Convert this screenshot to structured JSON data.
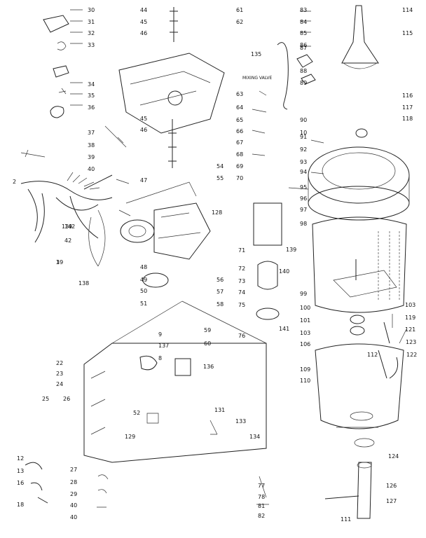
{
  "diagram": {
    "callouts": [
      "30",
      "31",
      "32",
      "33",
      "34",
      "35",
      "36",
      "37",
      "38",
      "39",
      "40",
      "2",
      "139",
      "42",
      "3",
      "44",
      "45",
      "46",
      "45",
      "46",
      "47",
      "48",
      "49",
      "50",
      "51",
      "52",
      "54",
      "55",
      "56",
      "57",
      "58",
      "59",
      "60",
      "61",
      "62",
      "63",
      "64",
      "65",
      "66",
      "67",
      "68",
      "69",
      "70",
      "71",
      "72",
      "73",
      "74",
      "75",
      "76",
      "77",
      "78",
      "81",
      "82",
      "83",
      "84",
      "85",
      "86",
      "87",
      "88",
      "89",
      "90",
      "91",
      "92",
      "93",
      "94",
      "95",
      "96",
      "97",
      "98",
      "99",
      "100",
      "101",
      "103",
      "106",
      "109",
      "110",
      "111",
      "112",
      "114",
      "115",
      "116",
      "117",
      "118",
      "103",
      "119",
      "121",
      "122",
      "123",
      "124",
      "126",
      "127",
      "128",
      "129",
      "131",
      "133",
      "134",
      "135",
      "136",
      "137",
      "138",
      "139",
      "140",
      "141",
      "142",
      "8",
      "9",
      "10",
      "12",
      "13",
      "16",
      "18",
      "19",
      "22",
      "23",
      "24",
      "25",
      "26",
      "27",
      "28",
      "29",
      "40",
      "40"
    ],
    "note_text": "MIXING VALVE"
  }
}
